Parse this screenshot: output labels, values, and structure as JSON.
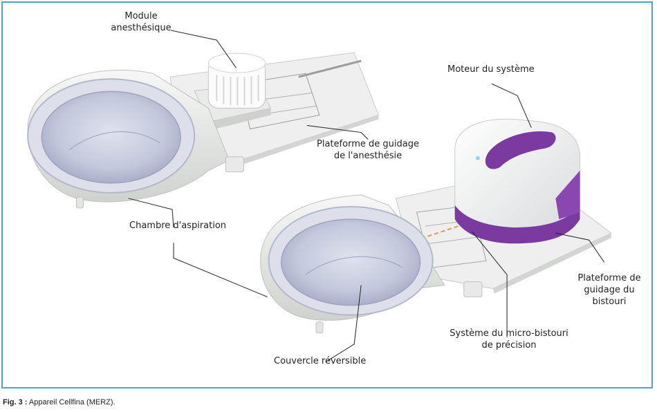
{
  "labels": {
    "module_anesthesique": "Module\nanesthésique",
    "moteur_systeme": "Moteur du système",
    "plateforme_anesthesie": "Plateforme de guidage\nde l'anesthésie",
    "chambre_aspiration": "Chambre d'aspiration",
    "plateforme_bistouri": "Plateforme de\nguidage du\nbistouri",
    "micro_bistouri": "Système du micro-bistouri\nde précision",
    "couvercle": "Couvercle réversible"
  },
  "caption": {
    "figure_ref": "Fig. 3 :",
    "text": " Appareil Cellfina (MERZ)."
  },
  "colors": {
    "frame": "#4f9fd8",
    "device_white": "#f1f2f1",
    "device_shade": "#d9dbd9",
    "lid": "#c9cee0",
    "purple": "#7a3aa0",
    "line": "#222222"
  }
}
